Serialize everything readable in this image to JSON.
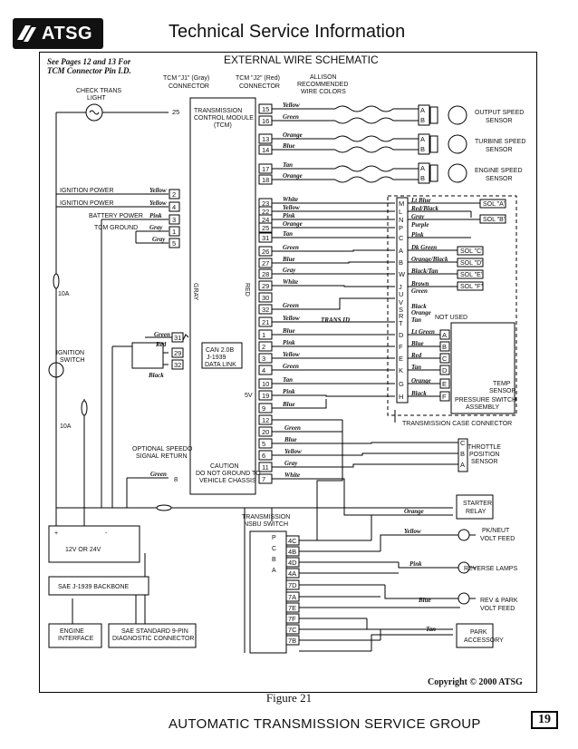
{
  "header": {
    "logo": "ATSG",
    "title": "Technical Service Information"
  },
  "schematic_title": "EXTERNAL WIRE SCHEMATIC",
  "see_pages_line1": "See Pages 12 and 13 For",
  "see_pages_line2": "TCM Connector Pin I.D.",
  "j1_line1": "TCM \"J1\" (Gray)",
  "j1_line2": "CONNECTOR",
  "j2_line1": "TCM \"J2\" (Red)",
  "j2_line2": "CONNECTOR",
  "allison_line1": "ALLISON",
  "allison_line2": "RECOMMENDED",
  "allison_line3": "WIRE COLORS",
  "check_trans_line1": "CHECK TRANS",
  "check_trans_line2": "LIGHT",
  "tcm_line1": "TRANSMISSION",
  "tcm_line2": "CONTROL MODULE",
  "tcm_line3": "(TCM)",
  "gray_label": "GRAY",
  "red_label": "RED",
  "left_inputs": [
    {
      "label": "IGNITION POWER",
      "color": "Yellow",
      "pin": "2"
    },
    {
      "label": "IGNITION POWER",
      "color": "Yellow",
      "pin": "4"
    },
    {
      "label": "BATTERY POWER",
      "color": "Pink",
      "pin": "3"
    },
    {
      "label": "TCM GROUND",
      "color": "Gray",
      "pin": "1"
    },
    {
      "label": "",
      "color": "Gray",
      "pin": "5"
    }
  ],
  "fuse_10a_1": "10A",
  "fuse_10a_2": "10A",
  "ignition_line1": "IGNITION",
  "ignition_line2": "SWITCH",
  "can_green": "Green",
  "can_red": "Red",
  "can_black": "Black",
  "can_pins": [
    "31",
    "29",
    "32"
  ],
  "can_line1": "CAN 2.0B",
  "can_line2": "J-1939",
  "can_line3": "DATA LINK",
  "five_v": "5V",
  "speedo_line1": "OPTIONAL SPEEDO",
  "speedo_line2": "SIGNAL RETURN",
  "speedo_color": "Green",
  "speedo_pin": "8",
  "caution_line1": "CAUTION",
  "caution_line2": "DO NOT GROUND TO",
  "caution_line3": "VEHICLE CHASSIS",
  "pin25": "25",
  "top_pins": [
    {
      "pin": "15",
      "color": "Yellow"
    },
    {
      "pin": "16",
      "color": "Green"
    },
    {
      "pin": "13",
      "color": "Orange"
    },
    {
      "pin": "14",
      "color": "Blue"
    },
    {
      "pin": "17",
      "color": "Tan"
    },
    {
      "pin": "18",
      "color": "Orange"
    }
  ],
  "sensors": [
    {
      "line1": "OUTPUT SPEED",
      "line2": "SENSOR"
    },
    {
      "line1": "TURBINE SPEED",
      "line2": "SENSOR"
    },
    {
      "line1": "ENGINE SPEED",
      "line2": "SENSOR"
    }
  ],
  "sensor_pins": [
    "A",
    "B"
  ],
  "mid_pins": [
    {
      "pin": "23",
      "color": "White"
    },
    {
      "pin": "22",
      "color": "Yellow"
    },
    {
      "pin": "24",
      "color": "Pink"
    },
    {
      "pin": "25",
      "color": "Orange"
    },
    {
      "pin": "31",
      "color": "Tan"
    },
    {
      "pin": "26",
      "color": "Green"
    },
    {
      "pin": "27",
      "color": "Blue"
    },
    {
      "pin": "28",
      "color": "Gray"
    },
    {
      "pin": "29",
      "color": "White"
    },
    {
      "pin": "30",
      "color": ""
    },
    {
      "pin": "32",
      "color": "Green"
    },
    {
      "pin": "21",
      "color": "Yellow"
    },
    {
      "pin": "1",
      "color": "Blue"
    },
    {
      "pin": "2",
      "color": "Pink"
    },
    {
      "pin": "3",
      "color": "Yellow"
    },
    {
      "pin": "4",
      "color": "Green"
    },
    {
      "pin": "10",
      "color": "Tan"
    },
    {
      "pin": "19",
      "color": "Pink"
    },
    {
      "pin": "9",
      "color": "Blue"
    }
  ],
  "trans_id": "TRANS ID",
  "lower_pins": [
    {
      "pin": "12",
      "color": ""
    },
    {
      "pin": "20",
      "color": "Green"
    },
    {
      "pin": "5",
      "color": "Blue"
    },
    {
      "pin": "6",
      "color": "Yellow"
    },
    {
      "pin": "11",
      "color": "Gray"
    },
    {
      "pin": "7",
      "color": "White"
    }
  ],
  "case_pins": [
    {
      "pin": "M",
      "color": "Lt Blue"
    },
    {
      "pin": "L",
      "color": "Red/Black"
    },
    {
      "pin": "N",
      "color": "Gray"
    },
    {
      "pin": "P",
      "color": "Purple"
    },
    {
      "pin": "C",
      "color": "Pink"
    },
    {
      "pin": "A",
      "color": "Dk Green"
    },
    {
      "pin": "B",
      "color": "Orange/Black"
    },
    {
      "pin": "W",
      "color": "Black/Tan"
    },
    {
      "pin": "J",
      "color": "Brown"
    },
    {
      "pin": "U",
      "color": "Green"
    },
    {
      "pin": "V",
      "color": ""
    },
    {
      "pin": "S",
      "color": "Black"
    },
    {
      "pin": "R",
      "color": "Orange"
    },
    {
      "pin": "T",
      "color": "Tan"
    },
    {
      "pin": "D",
      "color": "Lt Green"
    },
    {
      "pin": "F",
      "color": "Blue"
    },
    {
      "pin": "E",
      "color": "Red"
    },
    {
      "pin": "K",
      "color": "Tan"
    },
    {
      "pin": "G",
      "color": "Orange"
    },
    {
      "pin": "H",
      "color": "Black"
    }
  ],
  "solenoids": [
    "SOL \"A\"",
    "SOL \"B\"",
    "SOL \"C\"",
    "SOL \"D\"",
    "SOL \"E\"",
    "SOL \"F\""
  ],
  "not_used": "NOT USED",
  "pressure_pins": [
    "A",
    "B",
    "C",
    "D",
    "E",
    "F"
  ],
  "temp_line1": "TEMP",
  "temp_line2": "SENSOR",
  "pressure_line1": "PRESSURE SWITCH",
  "pressure_line2": "ASSEMBLY",
  "case_connector": "TRANSMISSION CASE CONNECTOR",
  "tps_pins": [
    "C",
    "B",
    "A"
  ],
  "tps_line1": "THROTTLE",
  "tps_line2": "POSITION",
  "tps_line3": "SENSOR",
  "starter_line1": "STARTER",
  "starter_line2": "RELAY",
  "nsbu_line1": "TRANSMISSION",
  "nsbu_line2": "NSBU SWITCH",
  "nsbu_pins": [
    "4C",
    "4B",
    "4D",
    "4A",
    "7D",
    "7A",
    "7E",
    "7F",
    "7C",
    "7B"
  ],
  "nsbu_switch_letters": [
    "P",
    "C",
    "B",
    "A"
  ],
  "outputs": [
    {
      "color": "Orange",
      "line1": "",
      "line2": ""
    },
    {
      "color": "Yellow",
      "line1": "PK/NEUT",
      "line2": "VOLT FEED"
    },
    {
      "color": "Pink",
      "line1": "REVERSE LAMPS",
      "line2": ""
    },
    {
      "color": "Blue",
      "line1": "REV & PARK",
      "line2": "VOLT FEED"
    },
    {
      "color": "Tan",
      "line1": "PARK",
      "line2": "ACCESSORY"
    }
  ],
  "battery_plus": "+",
  "battery_minus": "-",
  "battery_label": "12V OR 24V",
  "backbone": "SAE J-1939 BACKBONE",
  "engine_line1": "ENGINE",
  "engine_line2": "INTERFACE",
  "diag_line1": "SAE STANDARD 9-PIN",
  "diag_line2": "DIAGNOSTIC CONNECTOR",
  "copyright": "Copyright © 2000 ATSG",
  "figure": "Figure 21",
  "footer": "AUTOMATIC TRANSMISSION SERVICE GROUP",
  "page": "19"
}
